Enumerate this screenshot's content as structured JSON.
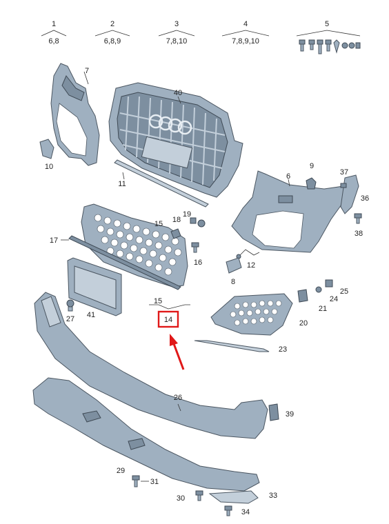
{
  "groups": [
    {
      "num": "1",
      "refs": "6,8"
    },
    {
      "num": "2",
      "refs": "6,8,9"
    },
    {
      "num": "3",
      "refs": "7,8,10"
    },
    {
      "num": "4",
      "refs": "7,8,9,10"
    },
    {
      "num": "5",
      "refs": ""
    }
  ],
  "callouts": {
    "c6": "6",
    "c7": "7",
    "c8": "8",
    "c9": "9",
    "c10": "10",
    "c11": "11",
    "c12": "12",
    "c15a": "15",
    "c15b": "15",
    "c14": "14",
    "c16": "16",
    "c17": "17",
    "c18": "18",
    "c19": "19",
    "c20": "20",
    "c21": "21",
    "c23": "23",
    "c24": "24",
    "c25": "25",
    "c26": "26",
    "c27": "27",
    "c29": "29",
    "c30": "30",
    "c31": "31",
    "c33": "33",
    "c34": "34",
    "c36": "36",
    "c37": "37",
    "c38": "38",
    "c39": "39",
    "c40": "40",
    "c41": "41"
  },
  "highlight": {
    "label": "14",
    "color": "#e01818"
  },
  "colors": {
    "part": "#9fb0c0",
    "outline": "#4a5560",
    "accent": "#e01818"
  }
}
